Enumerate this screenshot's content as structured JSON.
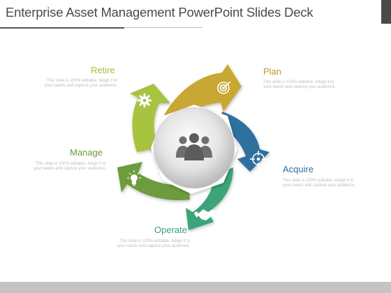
{
  "title": "Enterprise Asset Management PowerPoint Slides Deck",
  "colors": {
    "olive": "#c8a830",
    "blue": "#2e6f9e",
    "teal": "#3aa579",
    "green": "#6c9c3c",
    "lime": "#a7c340",
    "label_gold": "#b89c2e",
    "label_blue": "#2f6f9e",
    "label_teal": "#3a9f74",
    "label_green": "#6b9a3e",
    "label_lime": "#a3bd3e"
  },
  "center_icon": "people-group-icon",
  "stages": {
    "plan": {
      "label": "Plan",
      "desc": "This slide is 100% editable. Adapt it to your needs and capture your audience.",
      "icon": "target-icon"
    },
    "acquire": {
      "label": "Acquire",
      "desc": "This slide is 100% editable. Adapt it to your needs and capture your audience.",
      "icon": "crosshair-icon"
    },
    "operate": {
      "label": "Operate",
      "desc": "This slide is 100% editable. Adapt it to your needs and capture your audience.",
      "icon": "handshake-icon"
    },
    "manage": {
      "label": "Manage",
      "desc": "This slide is 100% editable. Adapt it to your needs and capture your audience.",
      "icon": "lightbulb-icon"
    },
    "retire": {
      "label": "Retire",
      "desc": "This slide is 100% editable. Adapt it to your needs and capture your audience.",
      "icon": "gear-icon"
    }
  }
}
